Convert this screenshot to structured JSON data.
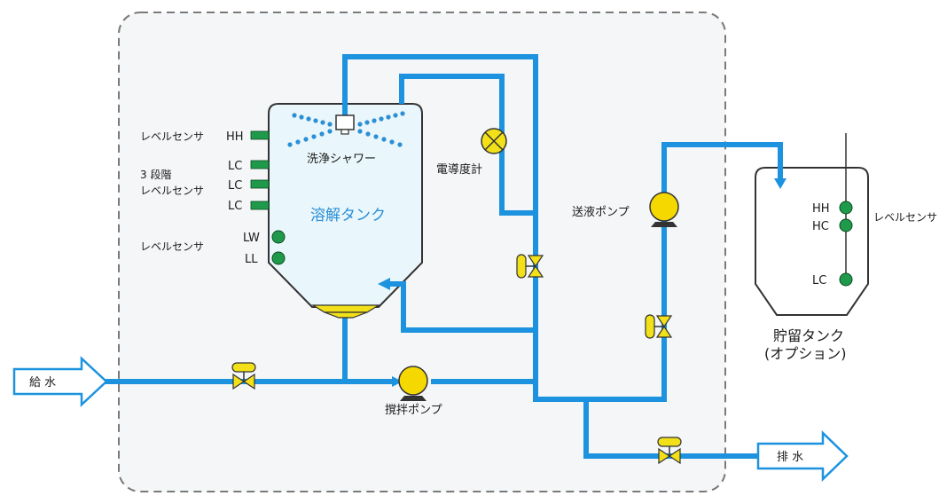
{
  "labels": {
    "level_sensor_left_top": "レベルセンサ",
    "three_stage": "3 段階",
    "level_sensor_left_mid": "レベルセンサ",
    "level_sensor_left_bottom": "レベルセンサ",
    "level_sensor_right": "レベルセンサ",
    "wash_shower": "洗浄シャワー",
    "dissolve_tank": "溶解タンク",
    "conductivity_meter": "電導度計",
    "transfer_pump": "送液ポンプ",
    "stir_pump": "撹拌ポンプ",
    "storage_tank_line1": "貯留タンク",
    "storage_tank_line2": "(オプション)",
    "water_supply": "給  水",
    "drain": "排  水"
  },
  "dissolve_tank_sensors": {
    "hh": "HH",
    "lc1": "LC",
    "lc2": "LC",
    "lc3": "LC",
    "lw": "LW",
    "ll": "LL"
  },
  "storage_tank_sensors": {
    "hh": "HH",
    "hc": "HC",
    "lc": "LC"
  },
  "colors": {
    "pipe": "#1d93df",
    "tank_fill": "#e9f6fb",
    "area_fill": "#f4f6f8",
    "valve": "#f2e019",
    "pump": "#f5d800",
    "sensor_green": "#1f9a4a",
    "spray": "#2b8fd6"
  }
}
